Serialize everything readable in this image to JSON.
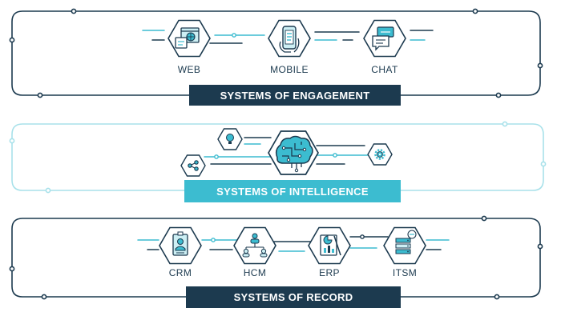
{
  "colors": {
    "navy": "#1c3a4f",
    "teal": "#3cbcd0",
    "teal_light": "#a8e1ea",
    "teal_fill": "#cdeff4"
  },
  "engagement": {
    "title": "SYSTEMS OF ENGAGEMENT",
    "nodes": [
      {
        "label": "WEB",
        "icon": "web-browser-icon"
      },
      {
        "label": "MOBILE",
        "icon": "mobile-phone-icon"
      },
      {
        "label": "CHAT",
        "icon": "chat-bubble-icon"
      }
    ]
  },
  "intelligence": {
    "title": "SYSTEMS OF INTELLIGENCE",
    "icons": [
      "lightbulb-icon",
      "brain-circuit-icon",
      "gear-icon",
      "share-icon"
    ]
  },
  "record": {
    "title": "SYSTEMS OF RECORD",
    "nodes": [
      {
        "label": "CRM",
        "icon": "id-card-icon"
      },
      {
        "label": "HCM",
        "icon": "people-network-icon"
      },
      {
        "label": "ERP",
        "icon": "chart-document-icon"
      },
      {
        "label": "ITSM",
        "icon": "server-rack-icon"
      }
    ]
  }
}
